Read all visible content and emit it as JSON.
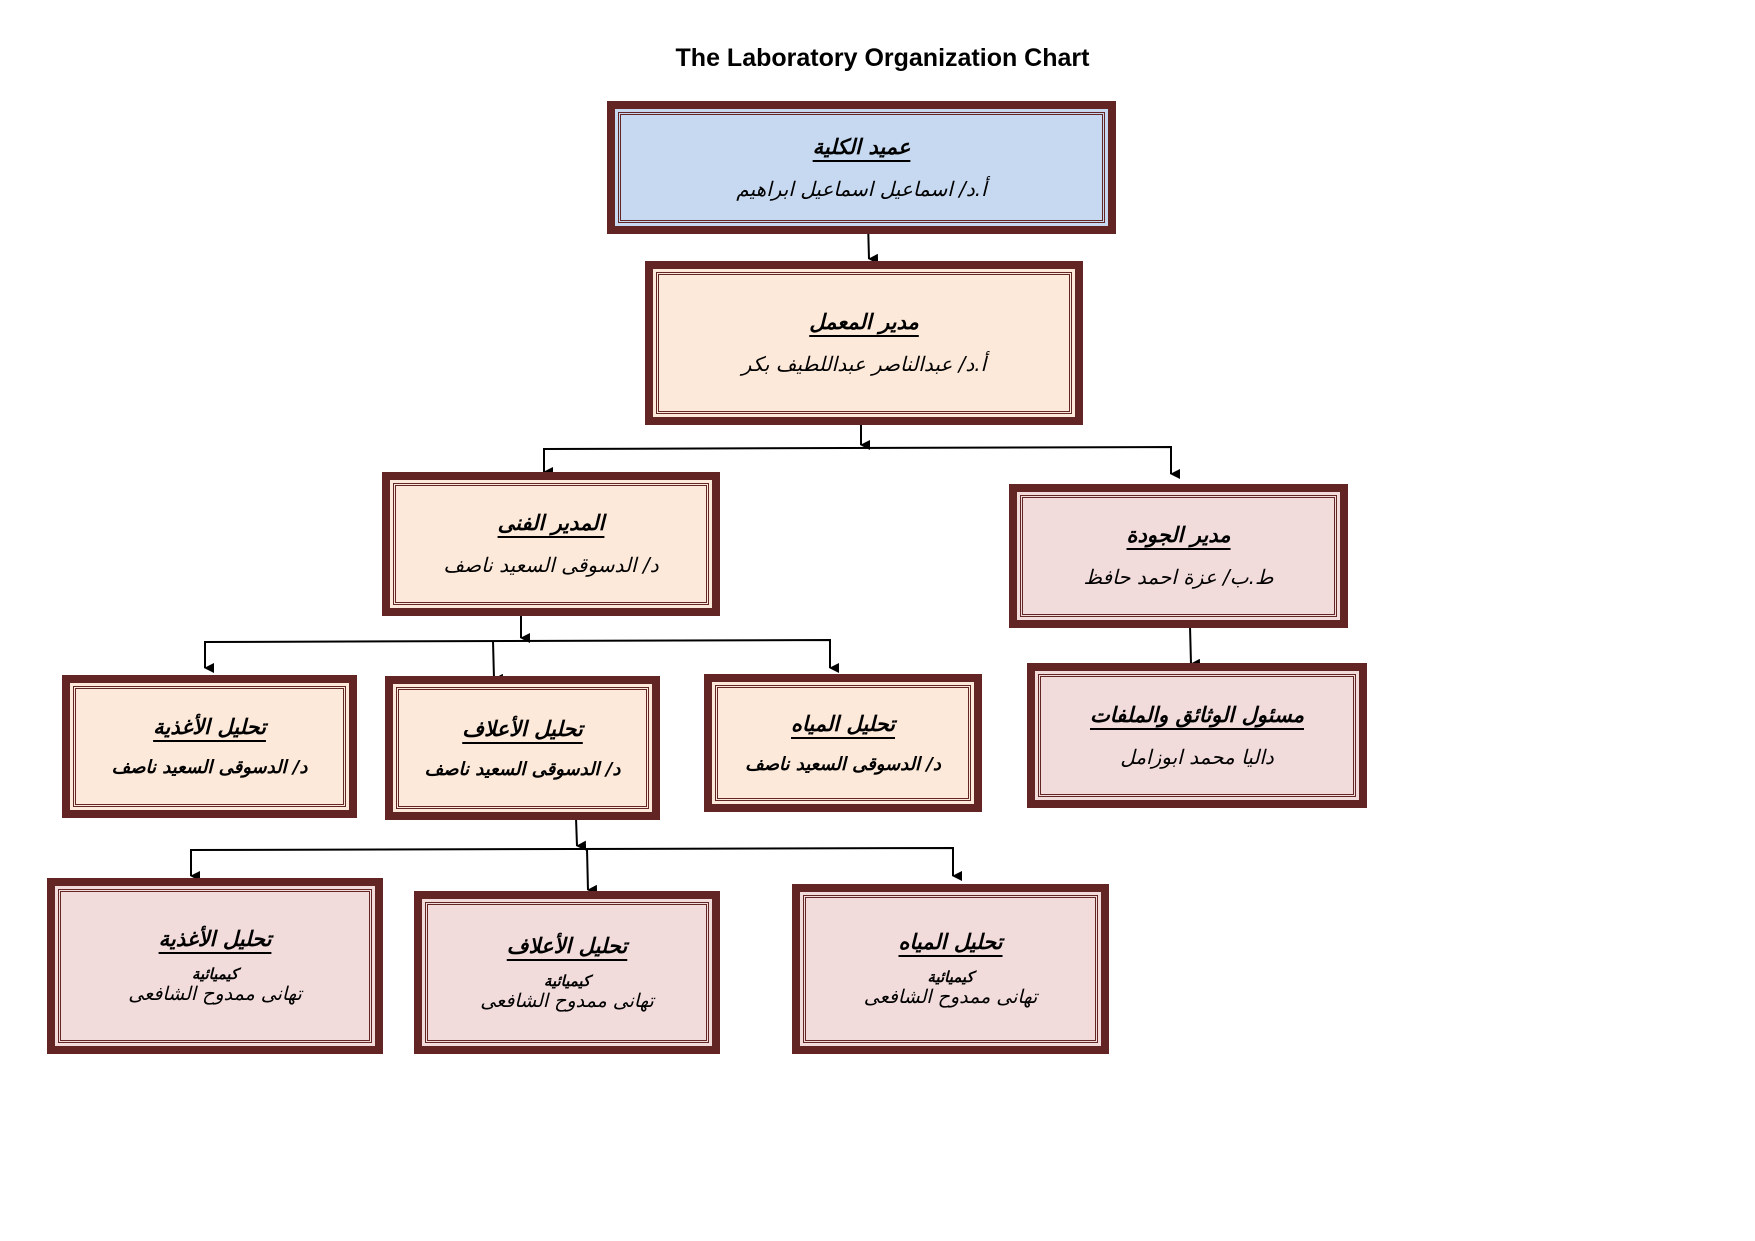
{
  "title": "The Laboratory Organization Chart",
  "dean": {
    "title": "عميد الكلية",
    "name": "أ.د/ اسماعيل اسماعيل ابراهيم"
  },
  "lab_manager": {
    "title": "مدير المعمل",
    "name": "أ.د/ عبدالناصر عبداللطيف بكر"
  },
  "technical_manager": {
    "title": "المدير الفنى",
    "name": "د/ الدسوقى السعيد ناصف"
  },
  "quality_manager": {
    "title": "مدير الجودة",
    "name": "ط.ب/ عزة احمد حافظ"
  },
  "documents_officer": {
    "title": "مسئول الوثائق والملفات",
    "name": "داليا محمد ابوزامل"
  },
  "sections": [
    {
      "title": "تحليل الأغذية",
      "name": "د/ الدسوقى السعيد ناصف"
    },
    {
      "title": "تحليل الأعلاف",
      "name": "د/ الدسوقى السعيد ناصف"
    },
    {
      "title": "تحليل المياه",
      "name": "د/ الدسوقى السعيد ناصف"
    }
  ],
  "analysts": [
    {
      "title": "تحليل الأغذية",
      "role": "كيميائية",
      "name": "تهانى ممدوح الشافعى"
    },
    {
      "title": "تحليل الأعلاف",
      "role": "كيميائية",
      "name": "تهانى ممدوح الشافعى"
    },
    {
      "title": "تحليل المياه",
      "role": "كيميائية",
      "name": "تهانى ممدوح الشافعى"
    }
  ],
  "colors": {
    "border": "#632523",
    "dean": "#c6d9f1",
    "peach": "#fde9d9",
    "pink": "#f2dcdb"
  }
}
